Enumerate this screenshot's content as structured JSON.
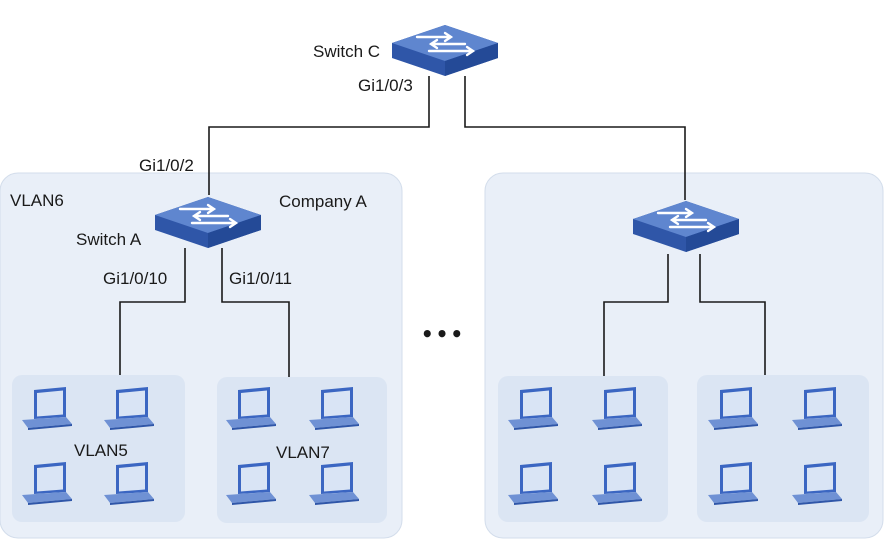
{
  "labels": {
    "switch_c": "Switch C",
    "switch_c_port": "Gi1/0/3",
    "switch_a_uplink_port": "Gi1/0/2",
    "vlan6": "VLAN6",
    "company_a": "Company A",
    "switch_a": "Switch A",
    "port_10": "Gi1/0/10",
    "port_11": "Gi1/0/11",
    "vlan5": "VLAN5",
    "vlan7": "VLAN7",
    "ellipsis": "•••"
  },
  "colors": {
    "panel_fill": "#e9eff8",
    "panel_stroke": "#d3ddeb",
    "group_fill": "#dbe5f3",
    "switch_top": "#5f86cf",
    "switch_side": "#2f56a8",
    "laptop_screen": "#3b66c2",
    "laptop_base": "#6f91d4",
    "line": "#1a1a1a"
  },
  "icons": [
    "switch-icon",
    "laptop-icon"
  ]
}
